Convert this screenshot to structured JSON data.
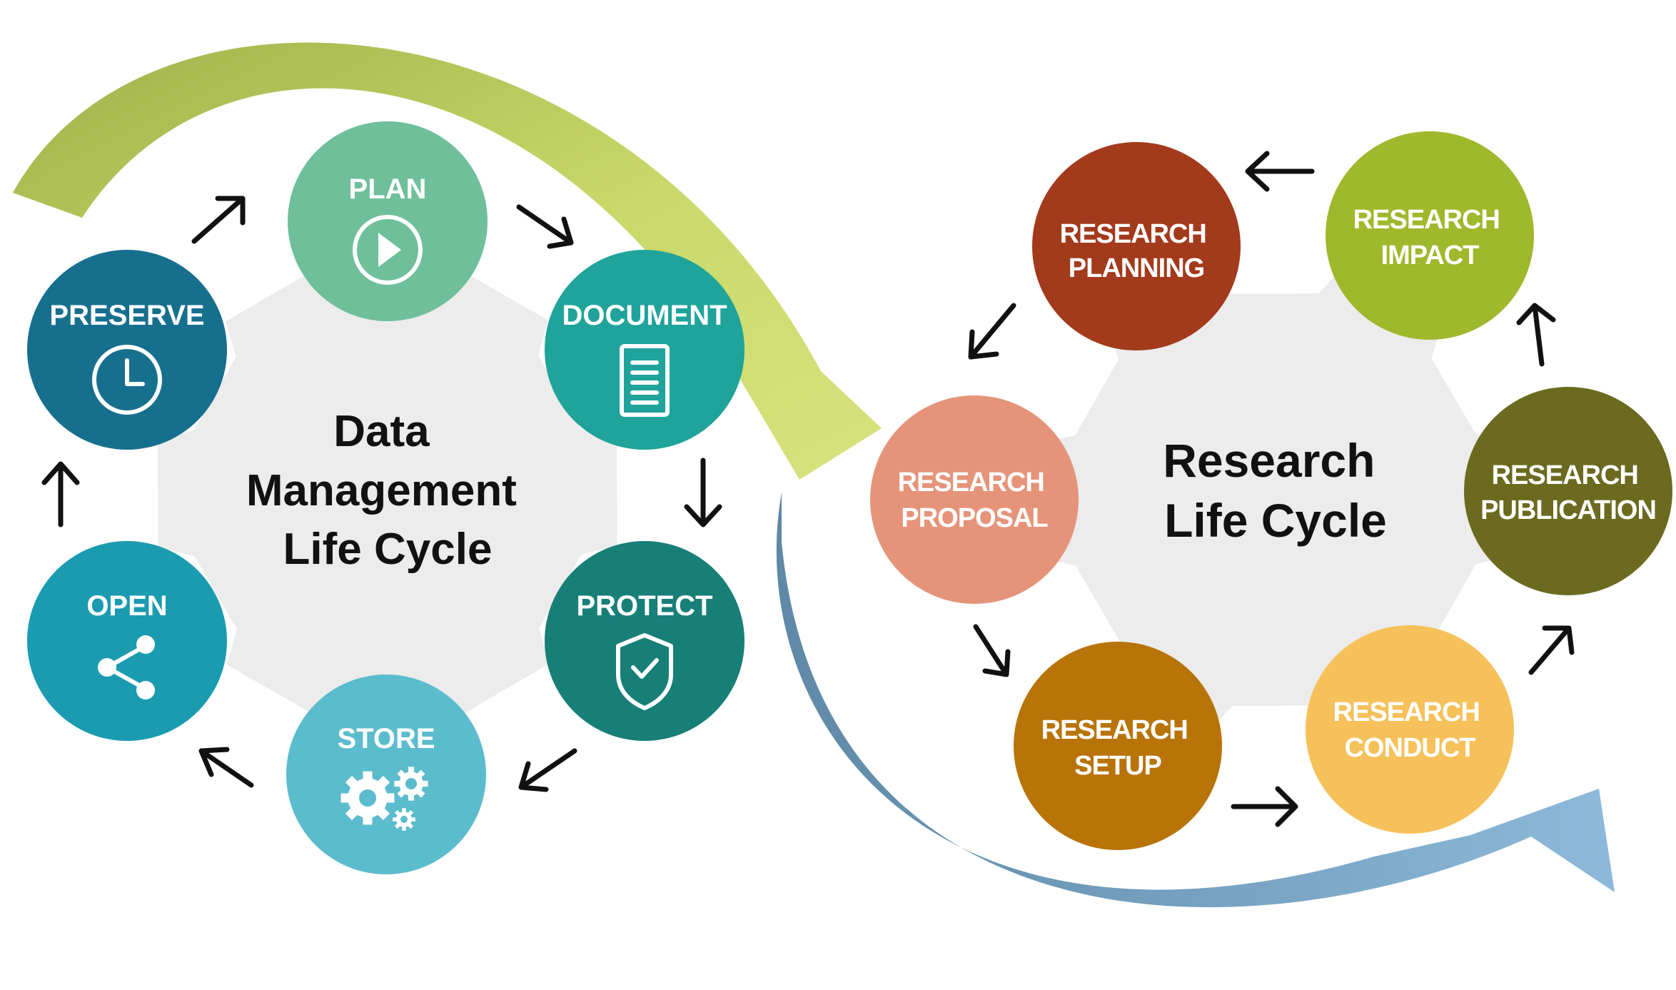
{
  "colors": {
    "gear": "#ececec",
    "green_band": "#c9d96a",
    "blue_band": "#7fa9c9",
    "plan": "#6fbf9b",
    "document": "#1fa39a",
    "protect": "#177f78",
    "store": "#5bbccd",
    "open": "#1a9bb0",
    "preserve": "#176f8e",
    "research_planning": "#a33a1c",
    "research_impact": "#9fb82c",
    "research_publication": "#6b6a1f",
    "research_conduct": "#f6c15a",
    "research_setup": "#b87408",
    "research_proposal": "#e5947a"
  },
  "dmlc": {
    "title_lines": [
      "Data",
      "Management",
      "Life Cycle"
    ],
    "nodes": [
      {
        "id": "plan",
        "label": "PLAN",
        "icon": "play-icon"
      },
      {
        "id": "document",
        "label": "DOCUMENT",
        "icon": "document-icon"
      },
      {
        "id": "protect",
        "label": "PROTECT",
        "icon": "shield-check-icon"
      },
      {
        "id": "store",
        "label": "STORE",
        "icon": "gears-icon"
      },
      {
        "id": "open",
        "label": "OPEN",
        "icon": "share-icon"
      },
      {
        "id": "preserve",
        "label": "PRESERVE",
        "icon": "clock-icon"
      }
    ]
  },
  "rlc": {
    "title_lines": [
      "Research",
      "Life Cycle"
    ],
    "nodes": [
      {
        "id": "research_planning",
        "lines": [
          "RESEARCH",
          "PLANNING"
        ]
      },
      {
        "id": "research_impact",
        "lines": [
          "RESEARCH",
          "IMPACT"
        ]
      },
      {
        "id": "research_publication",
        "lines": [
          "RESEARCH",
          "PUBLICATION"
        ]
      },
      {
        "id": "research_conduct",
        "lines": [
          "RESEARCH",
          "CONDUCT"
        ]
      },
      {
        "id": "research_setup",
        "lines": [
          "RESEARCH",
          "SETUP"
        ]
      },
      {
        "id": "research_proposal",
        "lines": [
          "RESEARCH",
          "PROPOSAL"
        ]
      }
    ]
  }
}
